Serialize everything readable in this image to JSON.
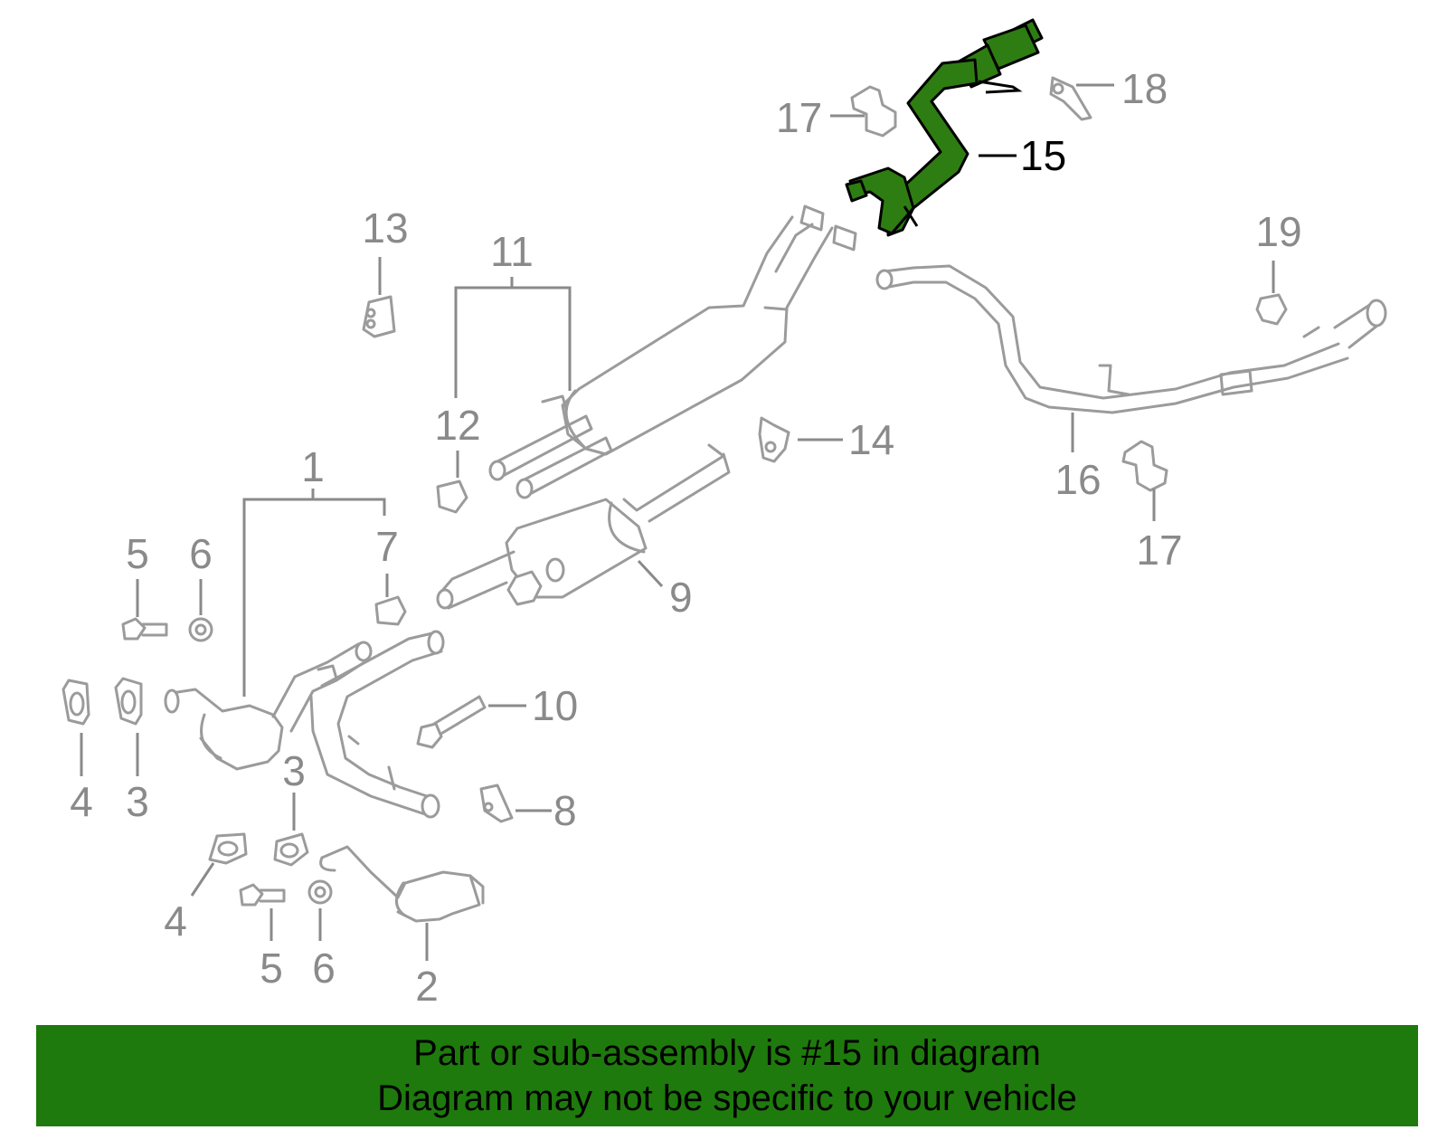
{
  "callouts": {
    "c1": "1",
    "c2": "2",
    "c3a": "3",
    "c3b": "3",
    "c4a": "4",
    "c4b": "4",
    "c5a": "5",
    "c5b": "5",
    "c6a": "6",
    "c6b": "6",
    "c7": "7",
    "c8": "8",
    "c9": "9",
    "c10": "10",
    "c11": "11",
    "c12": "12",
    "c13": "13",
    "c14": "14",
    "c15": "15",
    "c16": "16",
    "c17a": "17",
    "c17b": "17",
    "c18": "18",
    "c19": "19"
  },
  "highlighted_part": "15",
  "colors": {
    "highlight": "#2e7d12",
    "banner": "#1e7a0c",
    "part_outline": "#9b9b9b",
    "callout": "#8a8a8a"
  },
  "banner": {
    "line1": "Part or sub-assembly is #15 in diagram",
    "line2": "Diagram may not be specific to your vehicle"
  }
}
